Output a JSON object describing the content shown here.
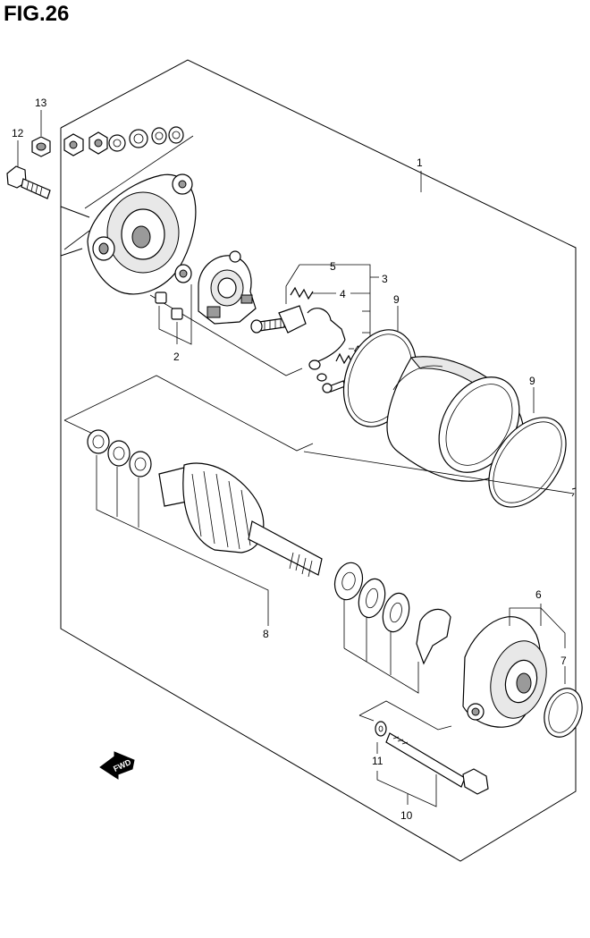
{
  "title": "FIG.26",
  "fwd_label": "FWD",
  "callouts": {
    "c1": "1",
    "c2": "2",
    "c3": "3",
    "c4a": "4",
    "c4b": "4",
    "c5": "5",
    "c6": "6",
    "c7": "7",
    "c8": "8",
    "c9a": "9",
    "c9b": "9",
    "c10": "10",
    "c11": "11",
    "c12": "12",
    "c13": "13"
  }
}
